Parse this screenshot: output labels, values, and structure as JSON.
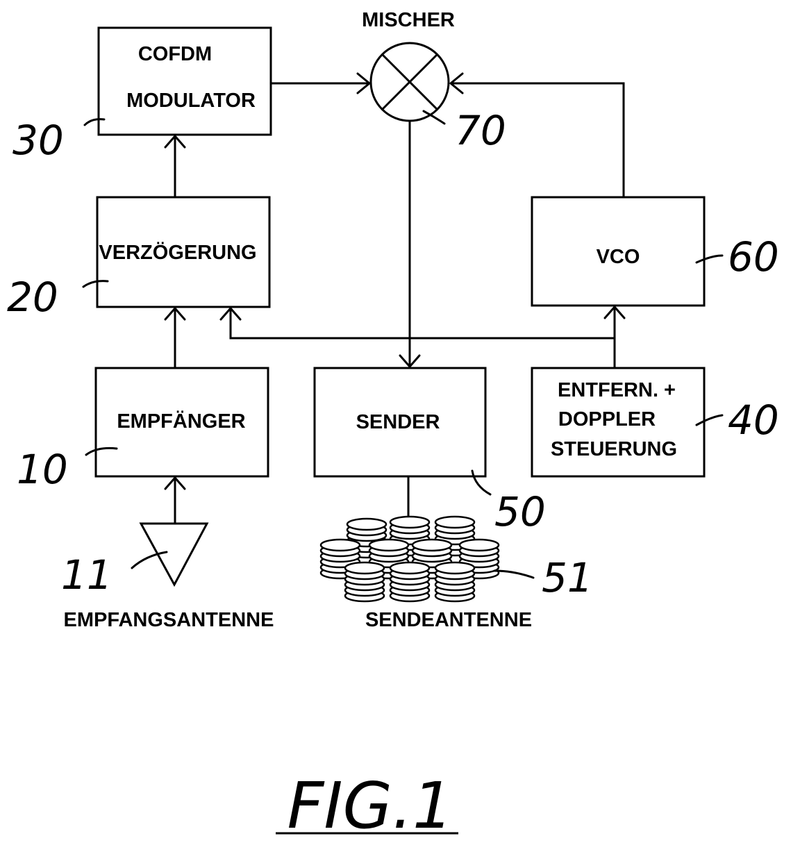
{
  "blocks": {
    "modulator": {
      "line1": "COFDM",
      "line2": "MODULATOR",
      "ref": "30"
    },
    "delay": {
      "label": "VERZÖGERUNG",
      "ref": "20"
    },
    "receiver": {
      "label": "EMPFÄNGER",
      "ref": "10"
    },
    "sender": {
      "label": "SENDER",
      "ref": "50"
    },
    "vco": {
      "label": "VCO",
      "ref": "60"
    },
    "control": {
      "line1": "ENTFERN. +",
      "line2": "DOPPLER",
      "line3": "STEUERUNG",
      "ref": "40"
    }
  },
  "mixer": {
    "label": "MISCHER",
    "ref": "70"
  },
  "receive_antenna": {
    "label": "EMPFANGSANTENNE",
    "ref": "11"
  },
  "transmit_antenna": {
    "label": "SENDEANTENNE",
    "ref": "51"
  },
  "figure_caption": "FIG.1"
}
